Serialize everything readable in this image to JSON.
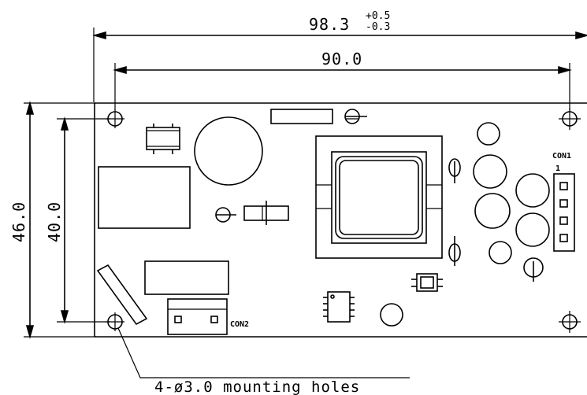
{
  "dimensions": {
    "overall_width": "98.3",
    "tolerance_plus": "+0.5",
    "tolerance_minus": "-0.3",
    "hole_spacing_width": "90.0",
    "overall_height": "46.0",
    "hole_spacing_height": "40.0"
  },
  "connectors": {
    "con1_label": "CON1",
    "con1_pin1": "1",
    "con2_label": "CON2"
  },
  "mounting_note": "4-ø3.0 mounting holes"
}
